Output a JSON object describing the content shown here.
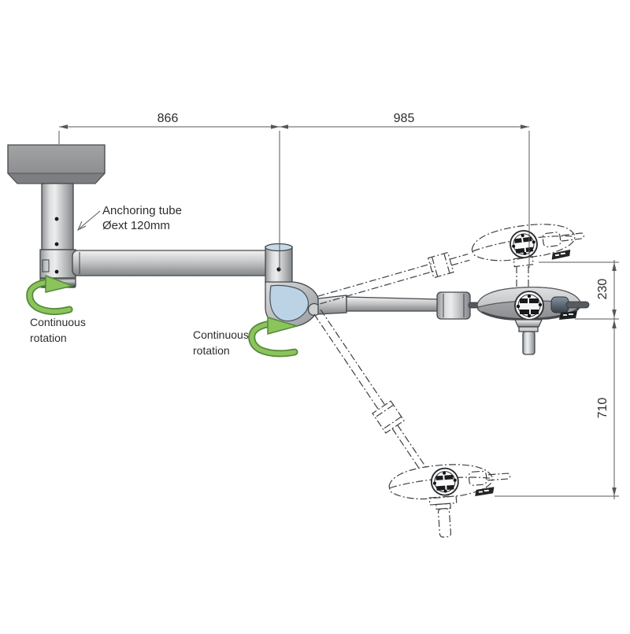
{
  "dimensions": {
    "span_left": {
      "value": "866"
    },
    "span_right": {
      "value": "985"
    },
    "vertical_upper": {
      "value": "230"
    },
    "vertical_lower": {
      "value": "710"
    }
  },
  "labels": {
    "anchoring_line1": "Anchoring tube",
    "anchoring_line2": "Øext 120mm",
    "rotation1_line1": "Continuous",
    "rotation1_line2": "rotation",
    "rotation2_line1": "Continuous",
    "rotation2_line2": "rotation"
  },
  "colors": {
    "accent_green": "#84bd4d",
    "accent_green_light": "#9ccb68",
    "accent_green_dark": "#55893a",
    "accent_blue": "#bcd3e5",
    "metal_light": "#eceded",
    "metal_mid": "#b5b6b8",
    "metal_dark": "#8a8c8f",
    "line": "#43474a",
    "dimension_line": "#55585a",
    "text": "#2d2d2d"
  },
  "icons": {
    "rotation_arrow": "curved green arrow indicating continuous rotation",
    "leader_arrow": "label leader arrow"
  }
}
